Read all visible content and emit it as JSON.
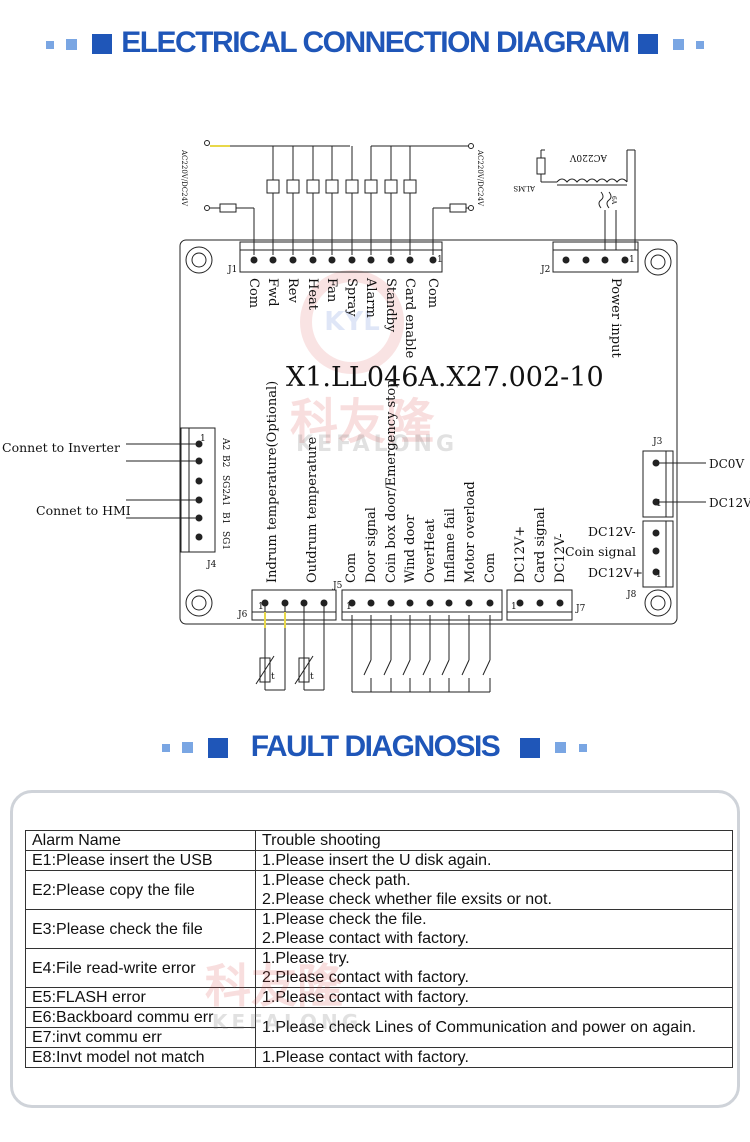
{
  "headings": {
    "connection": "ELECTRICAL CONNECTION DIAGRAM",
    "fault": "FAULT DIAGNOSIS"
  },
  "diagram": {
    "board_model": "X1.LL046A.X27.002-10",
    "supply_left": "AC220V/DC24V",
    "supply_right": "AC220V/DC24V",
    "transformer_label": "AC220V",
    "transformer_tag": "ALMS",
    "fuse_label": "6A",
    "connectors": {
      "j1": "J1",
      "j2": "J2",
      "j3": "J3",
      "j4": "J4",
      "j5": "J5",
      "j6": "J6",
      "j7": "J7",
      "j8": "J8"
    },
    "j1_pins": [
      "Com",
      "Fwd",
      "Rev",
      "Heat",
      "Fan",
      "Spray",
      "Alarm",
      "Standby",
      "Card enable",
      "Com"
    ],
    "j2_pins": [
      "Power input"
    ],
    "j4_pins": [
      "A2",
      "B2",
      "SG2",
      "A1",
      "B1",
      "SG1"
    ],
    "left_labels": {
      "inverter": "Connet to Inverter",
      "hmi": "Connet to HMI"
    },
    "j3_labels": [
      "DC0V",
      "DC12V"
    ],
    "j8_labels": [
      "DC12V-",
      "Coin signal",
      "DC12V+"
    ],
    "j6_pins": [
      "Indrum temperature(Optional)",
      "Outdrum temperature"
    ],
    "j5_pins": [
      "Com",
      "Door signal",
      "Coin box door/Emergency stop",
      "Wind door",
      "OverHeat",
      "Inflame fail",
      "Motor overload",
      "Com"
    ],
    "j7_pins": [
      "DC12V+",
      "Card signal",
      "DC12V-"
    ],
    "pin_one": "1",
    "thermistor_mark": "t"
  },
  "watermark": {
    "brand_cn": "科友隆",
    "brand_en": "KEFALONG",
    "logo": "KYL"
  },
  "fault_table": {
    "header": {
      "name": "Alarm Name",
      "fix": "Trouble shooting"
    },
    "rows": [
      {
        "name": "E1:Please insert the USB",
        "fix": [
          "1.Please insert the U disk again."
        ]
      },
      {
        "name": "E2:Please copy the file",
        "fix": [
          "1.Please check path.",
          "2.Please check whether file exsits or not."
        ]
      },
      {
        "name": "E3:Please check the file",
        "fix": [
          "1.Please check the file.",
          "2.Please contact with factory."
        ]
      },
      {
        "name": "E4:File read-write error",
        "fix": [
          "1.Please try.",
          "2.Please contact with factory."
        ]
      },
      {
        "name": "E5:FLASH error",
        "fix": [
          "1.Please contact with factory."
        ]
      },
      {
        "name": "E6:Backboard commu err",
        "fix": [
          "1.Please check Lines of Communication and power on again."
        ]
      },
      {
        "name": "E7:invt commu err",
        "fix": []
      },
      {
        "name": "E8:Invt model not match",
        "fix": [
          "1.Please contact with factory."
        ]
      }
    ]
  },
  "colors": {
    "heading_blue": "#1f56b8",
    "square_light": "#7aa6e3",
    "lead_yellow": "#e8d84a"
  }
}
